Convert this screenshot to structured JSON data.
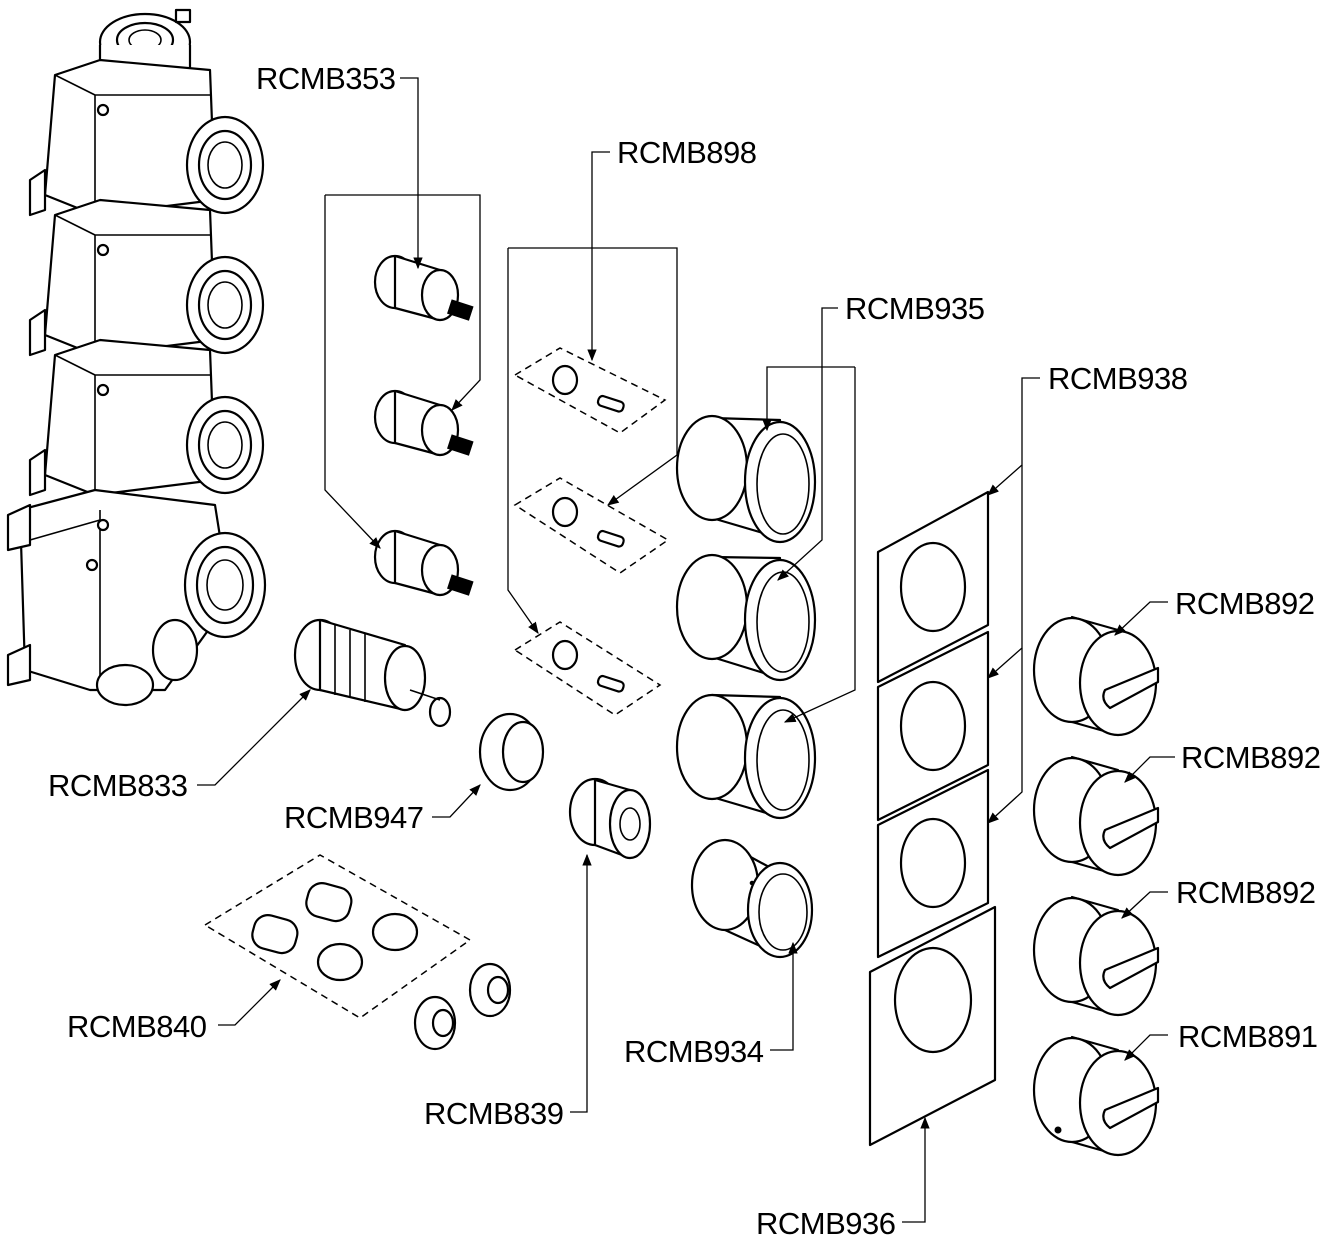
{
  "labels": {
    "rcmb353": "RCMB353",
    "rcmb898": "RCMB898",
    "rcmb935": "RCMB935",
    "rcmb938": "RCMB938",
    "rcmb892_a": "RCMB892",
    "rcmb892_b": "RCMB892",
    "rcmb892_c": "RCMB892",
    "rcmb891": "RCMB891",
    "rcmb833": "RCMB833",
    "rcmb947": "RCMB947",
    "rcmb840": "RCMB840",
    "rcmb839": "RCMB839",
    "rcmb934": "RCMB934",
    "rcmb936": "RCMB936"
  }
}
